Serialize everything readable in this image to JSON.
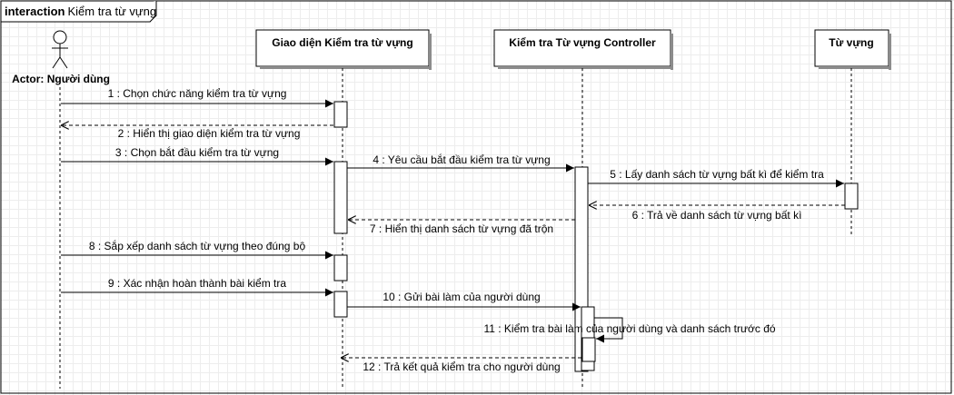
{
  "frame": {
    "keyword": "interaction",
    "name": "Kiểm tra từ vựng"
  },
  "actor": {
    "label": "Actor: Người dùng"
  },
  "lifelines": [
    {
      "label": "Giao diện Kiểm tra từ vựng"
    },
    {
      "label": "Kiểm tra Từ vựng Controller"
    },
    {
      "label": "Từ vựng"
    }
  ],
  "messages": [
    {
      "label": "1 : Chọn chức năng kiểm tra từ vựng",
      "type": "sync"
    },
    {
      "label": "2 : Hiển thị giao diện kiểm tra từ vựng",
      "type": "return"
    },
    {
      "label": "3 : Chọn bắt đầu kiểm tra từ vựng",
      "type": "sync"
    },
    {
      "label": "4 : Yêu cầu bắt đầu kiểm tra từ vựng",
      "type": "sync"
    },
    {
      "label": "5 : Lấy danh sách từ vựng bất kì để kiểm tra",
      "type": "sync"
    },
    {
      "label": "6 : Trả về danh sách từ vựng bất kì",
      "type": "return"
    },
    {
      "label": "7 : Hiển thị danh sách từ vựng đã trộn",
      "type": "return"
    },
    {
      "label": "8 : Sắp xếp danh sách từ vựng theo đúng bộ",
      "type": "sync"
    },
    {
      "label": "9 : Xác nhận hoàn thành bài kiểm tra",
      "type": "sync"
    },
    {
      "label": "10 : Gửi bài làm của người dùng",
      "type": "sync"
    },
    {
      "label": "11 : Kiểm tra bài làm của người dùng và danh sách trước đó",
      "type": "self"
    },
    {
      "label": "12 : Trả kết quả kiểm tra cho người dùng",
      "type": "return"
    }
  ]
}
